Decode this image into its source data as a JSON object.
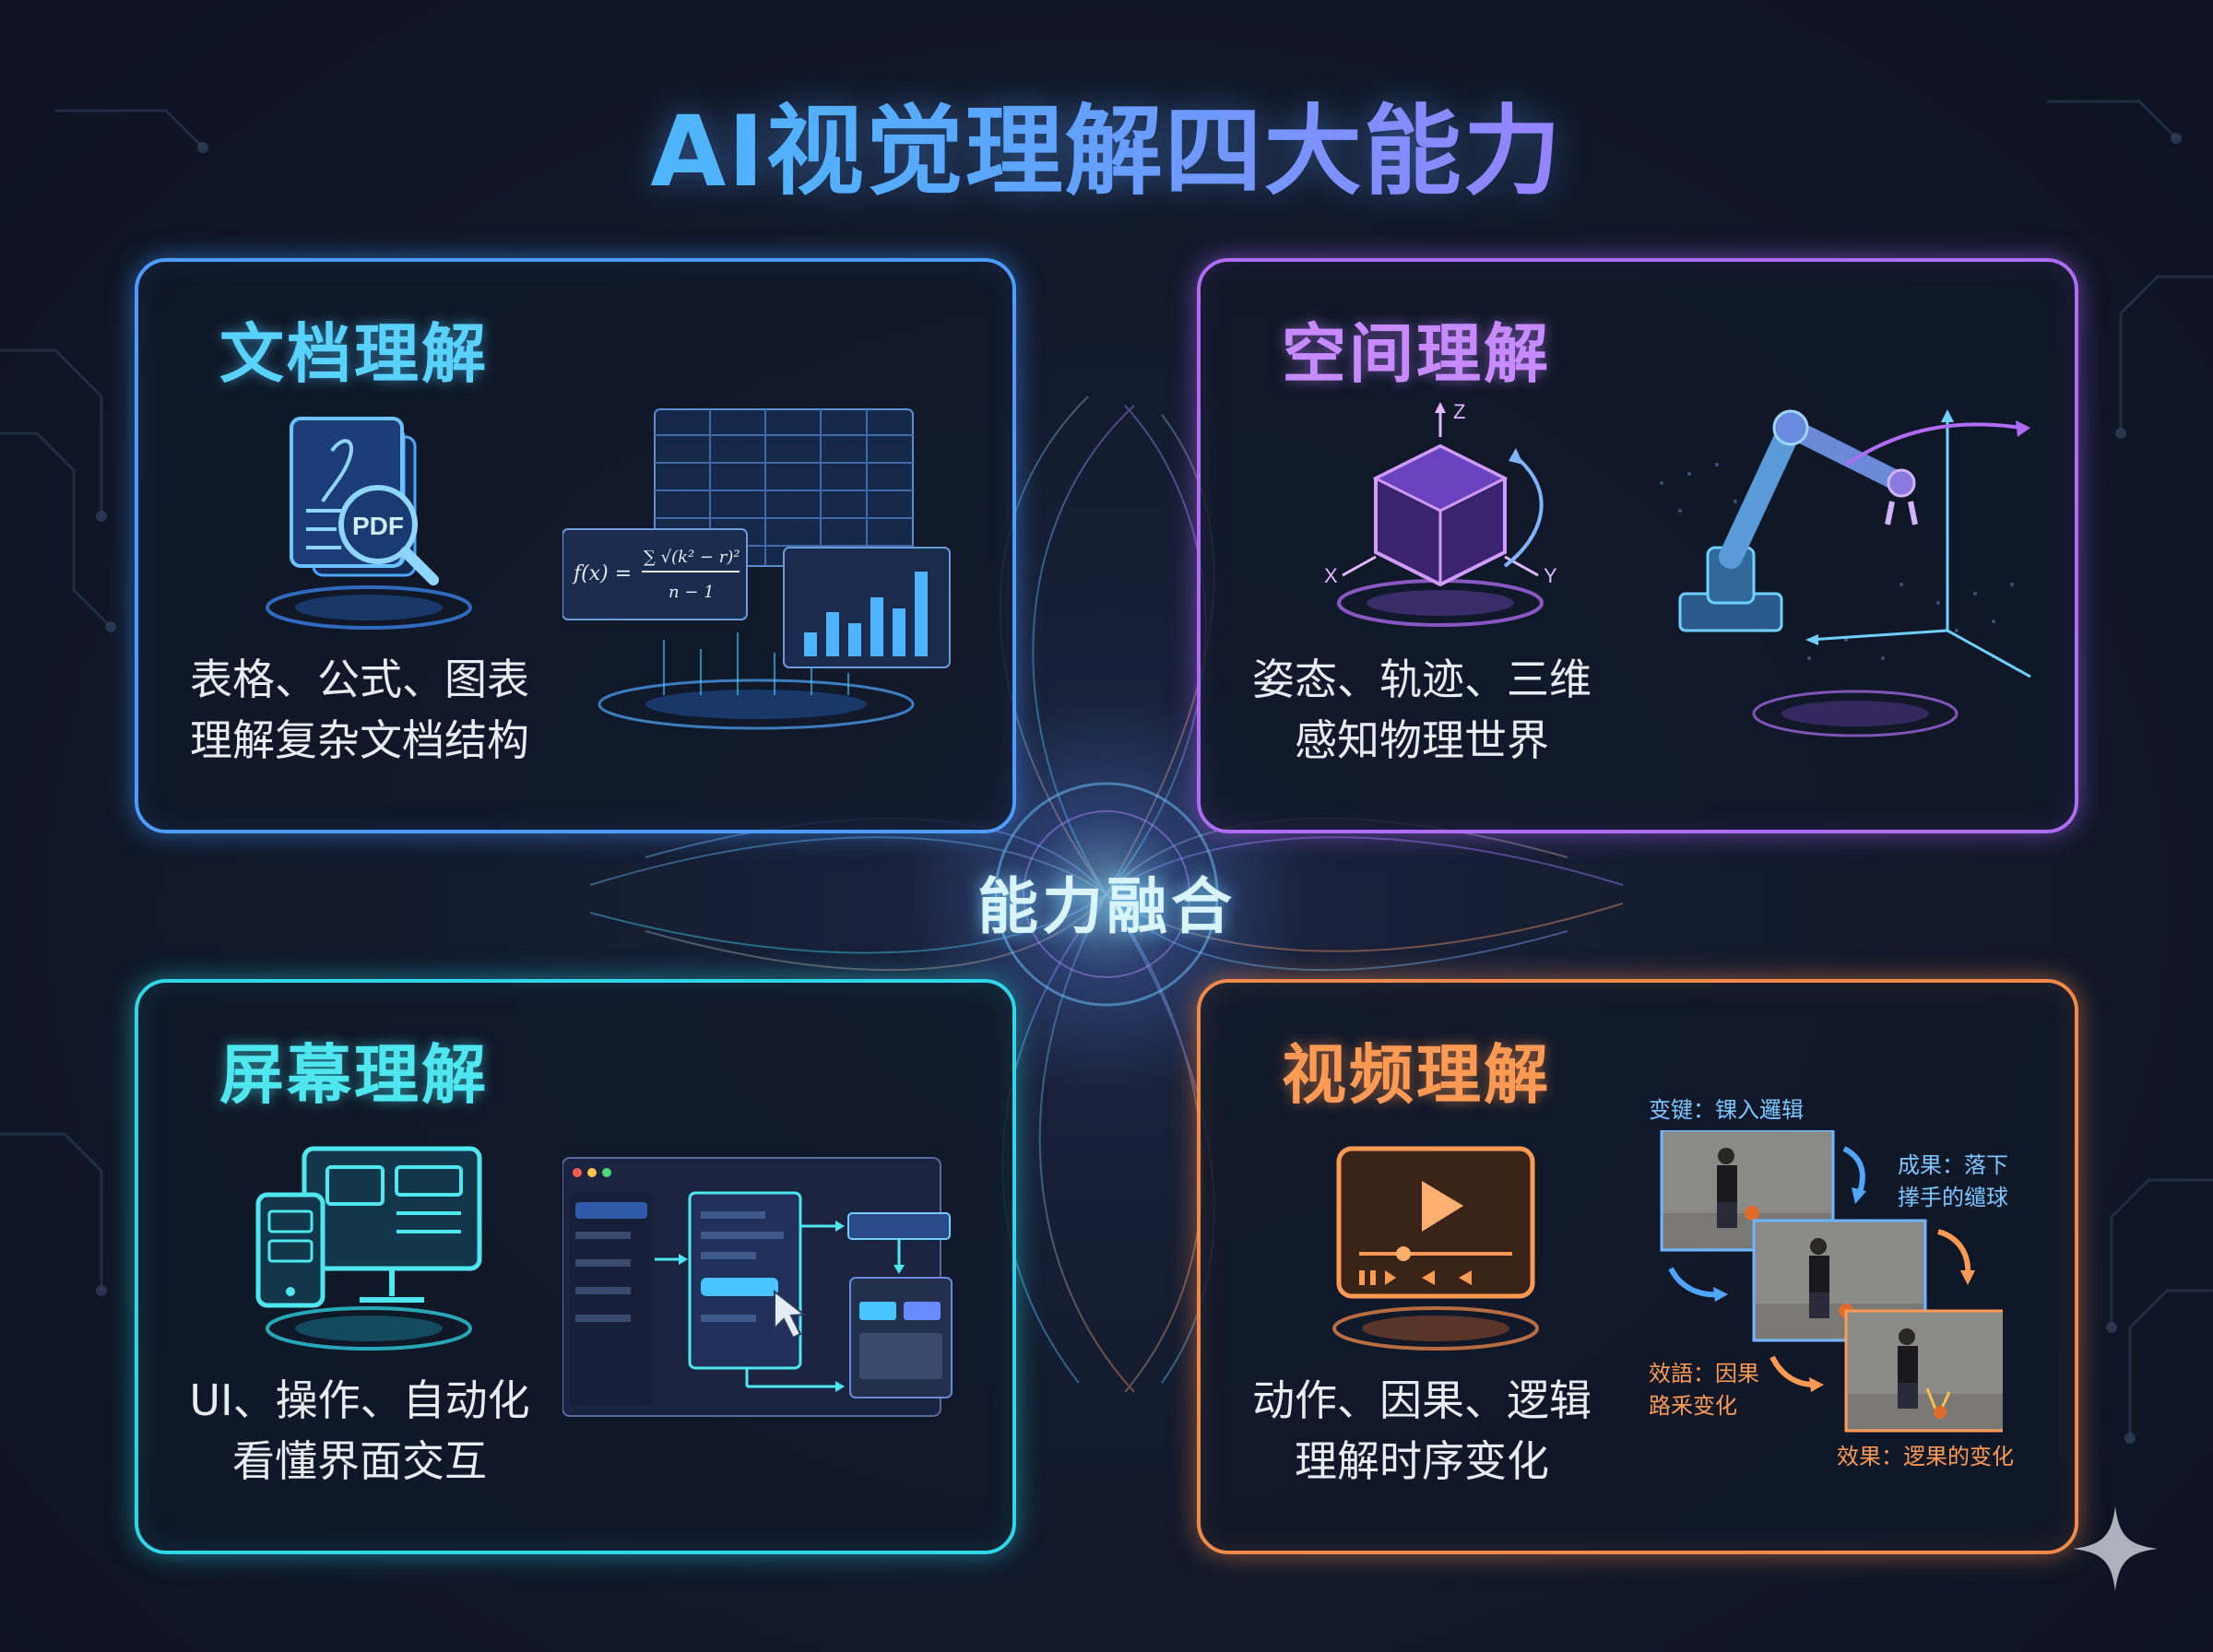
{
  "title": "AI视觉理解四大能力",
  "center_label": "能力融合",
  "cards": {
    "document": {
      "title": "文档理解",
      "desc_line1": "表格、公式、图表",
      "desc_line2": "理解复杂文档结构",
      "badge": "PDF",
      "formula_lhs": "f(x) =",
      "formula_num": "∑ √(k² − r)²",
      "formula_den": "n − 1",
      "icon": "pdf-search-icon",
      "accent": "#4f9cff"
    },
    "spatial": {
      "title": "空间理解",
      "desc_line1": "姿态、轨迹、三维",
      "desc_line2": "感知物理世界",
      "axis_z": "Z",
      "axis_x": "X",
      "axis_y": "Y",
      "icon": "3d-cube-icon",
      "accent": "#b06cf5"
    },
    "screen": {
      "title": "屏幕理解",
      "desc_line1": "UI、操作、自动化",
      "desc_line2": "看懂界面交互",
      "icon": "devices-icon",
      "accent": "#2fd6e6"
    },
    "video": {
      "title": "视频理解",
      "desc_line1": "动作、因果、逻辑",
      "desc_line2": "理解时序变化",
      "caption_top": "变键：锞入邏辑",
      "caption_right_1": "成果：落下",
      "caption_right_2": "搼手的缱球",
      "caption_left_1": "效語：因果",
      "caption_left_2": "路釆变化",
      "caption_bottom": "效果：逻果的变化",
      "icon": "video-player-icon",
      "accent": "#f08a4a"
    }
  }
}
